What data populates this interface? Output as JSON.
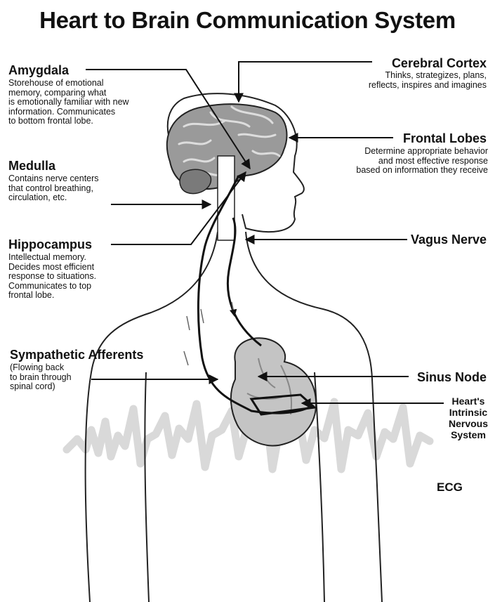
{
  "title": "Heart to Brain Communication System",
  "labels": {
    "amygdala": {
      "name": "Amygdala",
      "description": "Storehouse of emotional\nmemory, comparing what\nis emotionally familiar with new\ninformation. Communicates\nto bottom frontal lobe."
    },
    "medulla": {
      "name": "Medulla",
      "description": "Contains nerve centers\nthat control breathing,\ncirculation, etc."
    },
    "hippocampus": {
      "name": "Hippocampus",
      "description": "Intellectual memory.\nDecides most efficient\nresponse to situations.\nCommunicates to top\nfrontal lobe."
    },
    "sympathetic_afferents": {
      "name": "Sympathetic Afferents",
      "description": "(Flowing back\nto brain through\nspinal cord)"
    },
    "cerebral_cortex": {
      "name": "Cerebral Cortex",
      "description": "Thinks, strategizes, plans,\nreflects, inspires and imagines"
    },
    "frontal_lobes": {
      "name": "Frontal Lobes",
      "description": "Determine appropriate behavior\nand most effective response\nbased on information they receive"
    },
    "vagus_nerve": {
      "name": "Vagus Nerve"
    },
    "sinus_node": {
      "name": "Sinus Node"
    },
    "intrinsic_nervous_system": {
      "name": "Heart's\nIntrinsic\nNervous\nSystem"
    },
    "ecg": {
      "name": "ECG"
    }
  },
  "colors": {
    "outline": "#222222",
    "brain_fill": "#9a9a9a",
    "heart_fill": "#c4c4c4",
    "ecg_trace": "#d9d9d9",
    "pointer": "#111111"
  }
}
